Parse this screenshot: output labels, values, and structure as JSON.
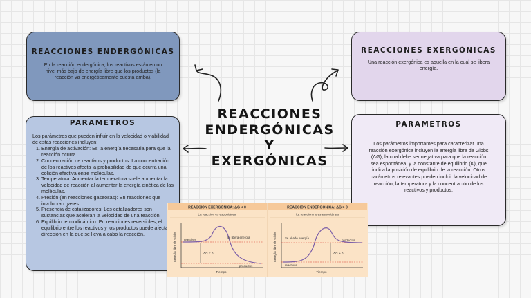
{
  "main_title": [
    "REACCIONES",
    "ENDERGÓNICAS",
    "Y",
    "EXERGÓNICAS"
  ],
  "endergonic_card": {
    "title": "REACCIONES ENDERGÓNICAS",
    "text": "En la reacción endergónica, los reactivos están en un nivel más bajo de energía libre que los productos (la reacción va energéticamente cuesta arriba)."
  },
  "exergonic_card": {
    "title": "REACCIONES EXERGÓNICAS",
    "text": "Una reacción exergónica es aquella en la cual se libera energía."
  },
  "params_left": {
    "title": "PARAMETROS",
    "intro": "Los parámetros que pueden influir en la velocidad o viabilidad de estas reacciones incluyen:",
    "items": [
      "Energía de activación: Es la energía necesaria para que la reacción ocurra.",
      "Concentración de reactivos y productos: La concentración de los reactivos afecta la probabilidad de que ocurra una colisión efectiva entre moléculas.",
      "Temperatura: Aumentar la temperatura suele aumentar la velocidad de reacción al aumentar la energía cinética de las moléculas.",
      "Presión (en reacciones gaseosas): En reacciones que involucran gases.",
      "Presencia de catalizadores: Los catalizadores son sustancias que aceleran la velocidad de una reacción.",
      "Equilibrio termodinámico: En reacciones reversibles, el equilibrio entre los reactivos y los productos puede afectar la dirección en la que se lleva a cabo la reacción."
    ]
  },
  "params_right": {
    "title": "PARAMETROS",
    "text": "Los parámetros importantes para caracterizar una reacción exergónica incluyen la energía libre de Gibbs (ΔG), la cual debe ser negativa para que la reacción sea espontánea, y la constante de equilibrio (K), que indica la posición de equilibrio de la reacción. Otros parámetros relevantes pueden incluir la velocidad de reacción, la temperatura y la concentración de los reactivos y productos."
  },
  "graphs": {
    "exergonic": {
      "header": "REACCIÓN EXERGÓNICA: ΔG < 0",
      "subheader": "La reacción es espontánea",
      "y_label": "Energía libre de Gibbs",
      "x_label": "Tiempo",
      "reactants_label": "reactivos",
      "products_label": "productos",
      "energy_label": "Se libera energía",
      "delta_label": "ΔG < 0"
    },
    "endergonic": {
      "header": "REACCIÓN ENDERGÓNICA: ΔG > 0",
      "subheader": "La reacción no es espontánea",
      "y_label": "Energía libre de Gibbs",
      "x_label": "Tiempo",
      "reactants_label": "reactivos",
      "products_label": "productos",
      "energy_label": "Se añade energía",
      "delta_label": "ΔG > 0"
    }
  },
  "colors": {
    "endergonic_card": "#8098bd",
    "exergonic_card": "#e2d6ec",
    "params_left_card": "#b7c7e2",
    "params_right_card": "#f0eaf6",
    "graph_background": "#fbe3c6",
    "graph_header": "#f6c99a",
    "curve": "#7b5ea8",
    "dashed_level": "#d9362b"
  }
}
